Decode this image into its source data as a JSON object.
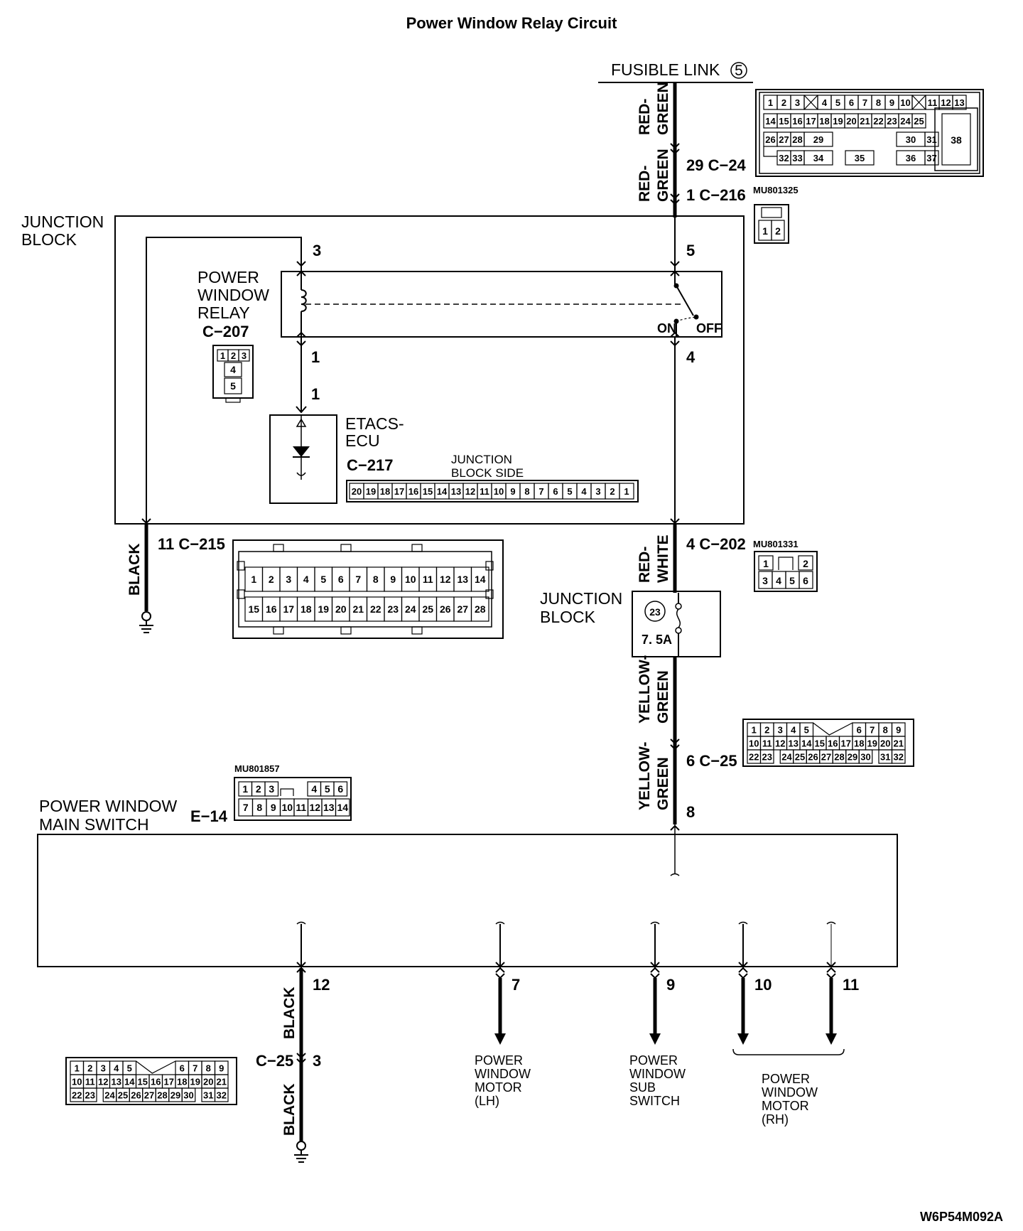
{
  "title": "Power Window Relay Circuit",
  "fusible_link": {
    "label": "FUSIBLE LINK",
    "number": "5"
  },
  "wire_colors": {
    "red_green": [
      "RED-",
      "GREEN"
    ],
    "red_white": [
      "RED-",
      "WHITE"
    ],
    "yellow_green": [
      "YELLOW-",
      "GREEN"
    ],
    "black": "BLACK"
  },
  "pins": {
    "c24": "29  C−24",
    "c216": "1  C−216",
    "p3": "3",
    "p5": "5",
    "p1a": "1",
    "p4": "4",
    "p1b": "1",
    "c215": "11  C−215",
    "c202": "4  C−202",
    "c25top": "6  C−25",
    "p8": "8",
    "p12": "12",
    "p7": "7",
    "p9": "9",
    "p10": "10",
    "p11": "11",
    "c25bottom_id": "C−25",
    "c25bottom_pin": "3"
  },
  "part_numbers": {
    "c216": "MU801325",
    "c202": "MU801331",
    "e14": "MU801857"
  },
  "junction_block": [
    "JUNCTION",
    "BLOCK"
  ],
  "relay": {
    "lines": [
      "POWER",
      "WINDOW",
      "RELAY"
    ],
    "connector": "C−207",
    "on": "ON",
    "off": "OFF"
  },
  "etacs": {
    "lines": [
      "ETACS-",
      "ECU"
    ],
    "connector": "C−217"
  },
  "junction_block_side": [
    "JUNCTION",
    "BLOCK SIDE"
  ],
  "fuse": {
    "number": "23",
    "rating": "7. 5A"
  },
  "main_switch": {
    "lines": [
      "POWER WINDOW",
      "MAIN SWITCH"
    ],
    "connector": "E−14"
  },
  "outputs": {
    "motor_lh": [
      "POWER",
      "WINDOW",
      "MOTOR",
      "(LH)"
    ],
    "sub_switch": [
      "POWER",
      "WINDOW",
      "SUB",
      "SWITCH"
    ],
    "motor_rh": [
      "POWER",
      "WINDOW",
      "MOTOR",
      "(RH)"
    ]
  },
  "connector_faces": {
    "c24_rows": [
      [
        "1",
        "2",
        "3",
        "",
        "4",
        "5",
        "6",
        "7",
        "8",
        "9",
        "10",
        "",
        "11",
        "12",
        "13"
      ],
      [
        "14",
        "15",
        "16",
        "17",
        "18",
        "19",
        "20",
        "21",
        "22",
        "23",
        "24",
        "25"
      ],
      [
        "26",
        "27",
        "28",
        "29",
        "",
        "30",
        "31"
      ],
      [
        "32",
        "33",
        "34",
        "35",
        "36",
        "37"
      ]
    ],
    "c24_big": "38",
    "c216": [
      "1",
      "2"
    ],
    "c207": [
      "1",
      "2",
      "3",
      "4",
      "5"
    ],
    "c217": [
      "20",
      "19",
      "18",
      "17",
      "16",
      "15",
      "14",
      "13",
      "12",
      "11",
      "10",
      "9",
      "8",
      "7",
      "6",
      "5",
      "4",
      "3",
      "2",
      "1"
    ],
    "c215_top": [
      "1",
      "2",
      "3",
      "4",
      "5",
      "6",
      "7",
      "8",
      "9",
      "10",
      "11",
      "12",
      "13",
      "14"
    ],
    "c215_bottom": [
      "15",
      "16",
      "17",
      "18",
      "19",
      "20",
      "21",
      "22",
      "23",
      "24",
      "25",
      "26",
      "27",
      "28"
    ],
    "c202_top": [
      "1",
      "2"
    ],
    "c202_bottom": [
      "3",
      "4",
      "5",
      "6"
    ],
    "c25_rows": [
      [
        "1",
        "2",
        "3",
        "4",
        "5",
        "6",
        "7",
        "8",
        "9"
      ],
      [
        "10",
        "11",
        "12",
        "13",
        "14",
        "15",
        "16",
        "17",
        "18",
        "19",
        "20",
        "21"
      ],
      [
        "22",
        "23",
        "24",
        "25",
        "26",
        "27",
        "28",
        "29",
        "30",
        "31",
        "32"
      ]
    ],
    "e14_top": [
      "1",
      "2",
      "3",
      "4",
      "5",
      "6"
    ],
    "e14_bottom": [
      "7",
      "8",
      "9",
      "10",
      "11",
      "12",
      "13",
      "14"
    ]
  },
  "diagram_code": "W6P54M092A"
}
